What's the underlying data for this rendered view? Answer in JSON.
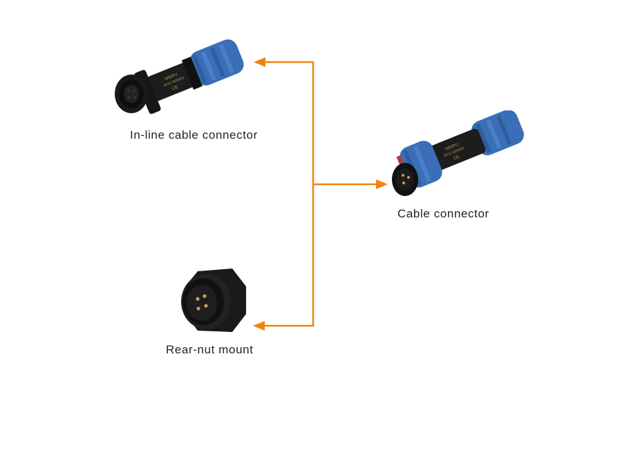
{
  "diagram": {
    "title": "",
    "accent_color": "#f0830e",
    "nodes": [
      {
        "id": "inline",
        "label": "In-line cable connector",
        "brand_text": "WEIPU",
        "series_text": "SP11 SERIES",
        "mark": "CE"
      },
      {
        "id": "cable",
        "label": "Cable connector",
        "brand_text": "WEIPU",
        "series_text": "SP11 SERIES",
        "mark": "CE"
      },
      {
        "id": "rearnut",
        "label": "Rear-nut mount"
      }
    ],
    "edges": [
      {
        "from": "junction",
        "to": "inline",
        "direction": "left"
      },
      {
        "from": "junction",
        "to": "cable",
        "direction": "right"
      },
      {
        "from": "junction",
        "to": "rearnut",
        "direction": "left"
      }
    ]
  }
}
